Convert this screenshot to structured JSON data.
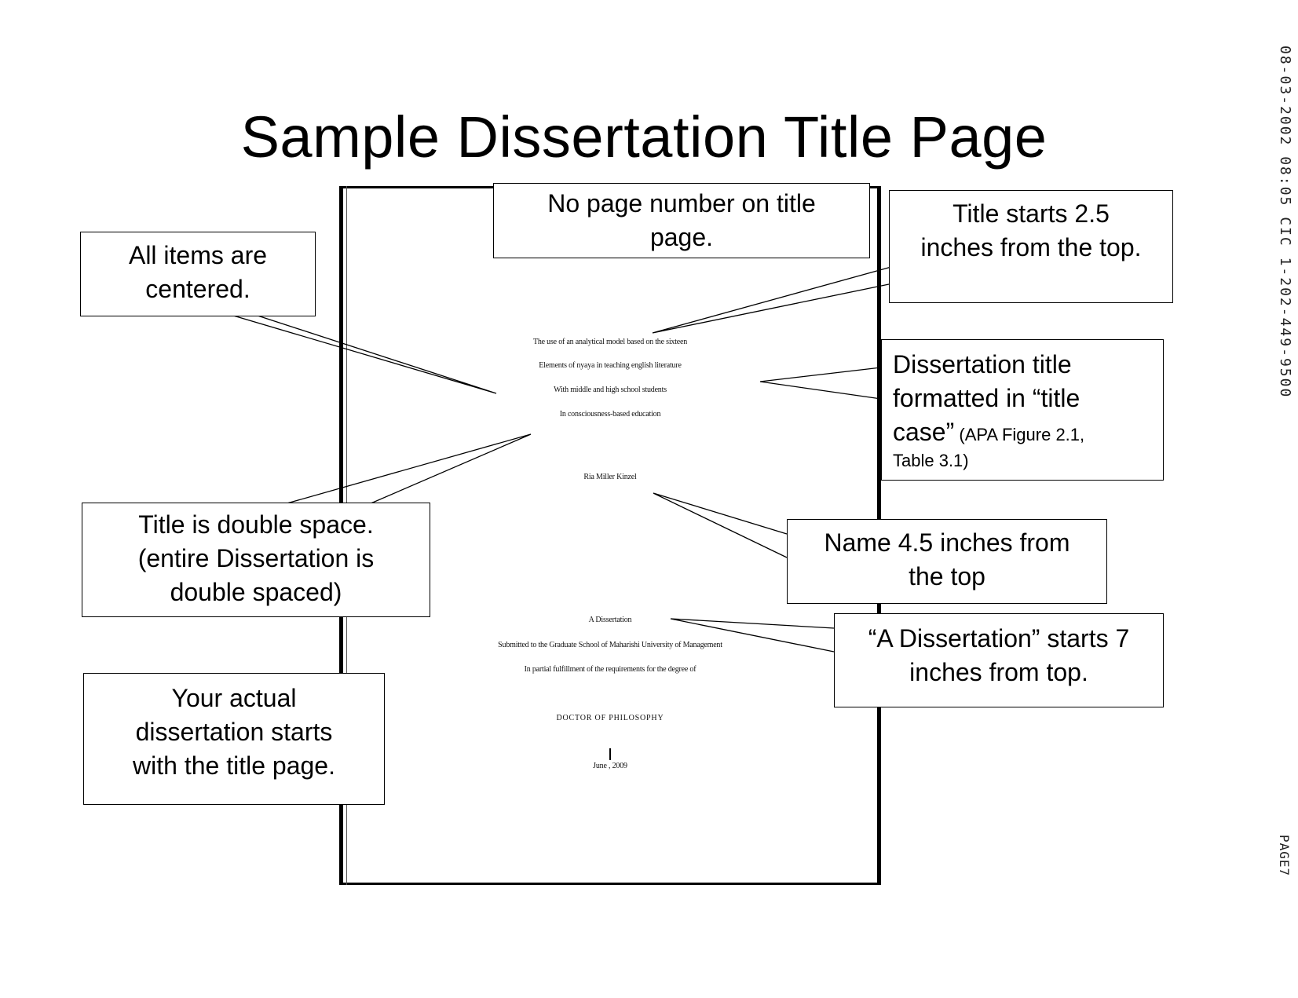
{
  "heading": "Sample Dissertation Title Page",
  "fax_header": "08-03-2002 08:05   CIC 1-202-449-9500",
  "fax_page": "PAGE7",
  "mock_page": {
    "title_lines": [
      "The use of an analytical model based on the sixteen",
      "Elements of nyaya in teaching english literature",
      "With middle and high school students",
      "In consciousness-based education"
    ],
    "author": "Ria Miller Kinzel",
    "designation": "A Dissertation",
    "submission_lines": [
      "Submitted to the Graduate School of Maharishi University of Management",
      "In partial fulfillment of the requirements for the degree of"
    ],
    "degree": "DOCTOR OF PHILOSOPHY",
    "date": "June , 2009"
  },
  "callouts": {
    "no_page_number": [
      "No page number on title",
      "page."
    ],
    "title_starts": [
      "Title starts 2.5",
      "inches  from the top."
    ],
    "centered": [
      "All items are",
      "centered."
    ],
    "title_case": {
      "lines": [
        "Dissertation title",
        "formatted in “title"
      ],
      "last_line": "case”",
      "note_a": " (APA Figure 2.1,",
      "note_b": "Table 3.1)"
    },
    "double_space": [
      "Title is double space.",
      "(entire Dissertation is",
      "double spaced)"
    ],
    "name_position": [
      "Name 4.5 inches from",
      "the top"
    ],
    "dissertation_starts": [
      "“A Dissertation” starts 7",
      "inches from top."
    ],
    "actual_start": [
      "Your actual",
      "dissertation starts",
      "with the title page."
    ]
  }
}
